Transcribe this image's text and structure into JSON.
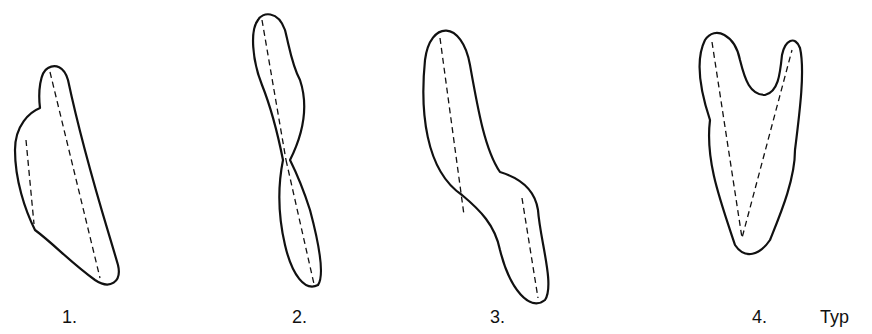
{
  "diagram": {
    "labels": [
      "1.",
      "2.",
      "3.",
      "4.",
      "Typ"
    ]
  }
}
